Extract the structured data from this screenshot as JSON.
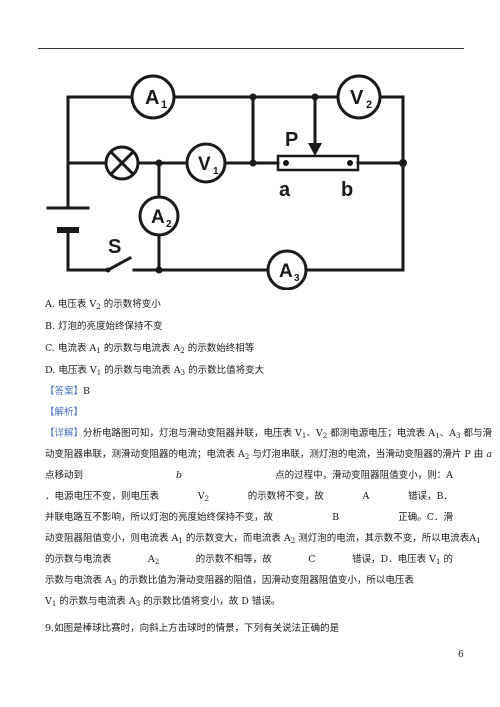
{
  "options": {
    "a1": "A. 电压表 V",
    "a2": "2",
    "a3": " 的示数将变小",
    "b": "B. 灯泡的亮度始终保持不变",
    "c1": "C. 电流表 A",
    "c2": "1",
    "c3": " 的示数与电流表 A",
    "c4": "2",
    "c5": " 的示数始终相等",
    "d1": "D. 电压表 V",
    "d2": "1",
    "d3": " 的示数与电流表 A",
    "d4": "3",
    "d5": " 的示数比值将变大"
  },
  "answer": {
    "tag": "【答案】",
    "value": "B"
  },
  "analysis": {
    "tag": "【解析】"
  },
  "explanation": {
    "tag": "【详解】",
    "l1a": "分析电路图可知，灯泡与滑动变阻器并联，电压表 V",
    "l1b": "1",
    "l1c": "、V",
    "l1d": "2",
    "l1e": " 都测电源电压；电流表 A",
    "l1f": "1",
    "l1g": "、A",
    "l1h": "3",
    "l1i": " 都与滑",
    "l2a": "动变阻器串联，测滑动变阻器的电流；电流表 A",
    "l2b": "2",
    "l2c": " 与灯泡串联，测灯泡的电流，当滑动变阻器的滑片 P 由 ",
    "l2d": "a",
    "l3a": "点移动到",
    "l3b": "b",
    "l3c": "点的过程中，滑动变阻器阻值变小，则：A",
    "l4a": "．电源电压不变，则电压表",
    "l4b": "V",
    "l4c": "2",
    "l4d": "的示数将不变，故",
    "l4e": "A",
    "l4f": "错误，B．",
    "l5a": "并联电路互不影响，所以灯泡的亮度始终保持不变，故",
    "l5b": "B",
    "l5c": "正确。C．滑",
    "l6a": "动变阻器阻值变小，则电流表 A",
    "l6b": "1",
    "l6c": " 的示数变大，而电流表 A",
    "l6d": "2",
    "l6e": " 测灯泡的电流，其示数不变，所以电流表A",
    "l6f": "1",
    "l7a": "的示数与电流表",
    "l7b": "A",
    "l7c": "2",
    "l7d": "的示数不相等，故",
    "l7e": "C",
    "l7f": "错误，D．电压表 V",
    "l7g": "1",
    "l7h": " 的",
    "l8a": "示数与电流表 A",
    "l8b": "3",
    "l8c": " 的示数比值为滑动变阻器的阻值，因滑动变阻器阻值变小，所以电压表",
    "l9a": "V",
    "l9b": "1",
    "l9c": " 的示数与电流表 A",
    "l9d": "3",
    "l9e": " 的示数比值将变小，故 D 错误。"
  },
  "next_question": "9.如图是棒球比赛时，向斜上方击球时的情景，下列有关说法正确的是",
  "page_number": "6",
  "circuit": {
    "ammeter_1": "A",
    "ammeter_1_sub": "1",
    "ammeter_2": "A",
    "ammeter_2_sub": "2",
    "ammeter_3": "A",
    "ammeter_3_sub": "3",
    "voltmeter_1": "V",
    "voltmeter_1_sub": "1",
    "voltmeter_2": "V",
    "voltmeter_2_sub": "2",
    "slider_label": "P",
    "end_a": "a",
    "end_b": "b",
    "switch_label": "S"
  }
}
